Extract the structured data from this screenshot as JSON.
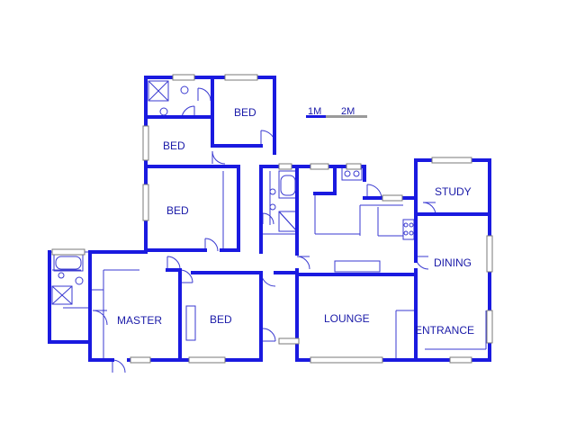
{
  "rooms": {
    "bed_top": "BED",
    "bed_mid": "BED",
    "bed_left": "BED",
    "master": "MASTER",
    "bed_bottom": "BED",
    "lounge": "LOUNGE",
    "study": "STUDY",
    "dining": "DINING",
    "entrance": "ENTRANCE"
  },
  "scale": {
    "label_1": "1M",
    "label_2": "2M"
  },
  "colors": {
    "wall": "#1a1ae0",
    "label": "#1a1aa8"
  }
}
